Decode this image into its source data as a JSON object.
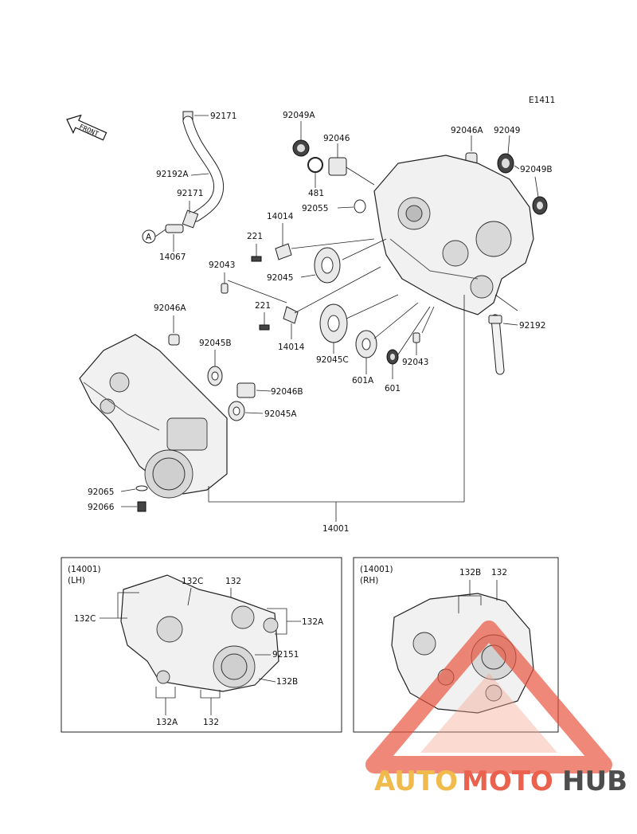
{
  "diagram_code": "E1411",
  "front_label": "FRONT",
  "circle_ref": "A",
  "callouts": {
    "p92171_top": "92171",
    "p92192A": "92192A",
    "p92171_mid": "92171",
    "p14067": "14067",
    "p92049A": "92049A",
    "p92046": "92046",
    "p481": "481",
    "p92055": "92055",
    "p92046A_top": "92046A",
    "p92049": "92049",
    "p92049B": "92049B",
    "p14014_top": "14014",
    "p221_top": "221",
    "p92043_left": "92043",
    "p92045": "92045",
    "p221_bot": "221",
    "p14014_bot": "14014",
    "p92046A_left": "92046A",
    "p92045B": "92045B",
    "p92045C": "92045C",
    "p601A": "601A",
    "p601": "601",
    "p92043_right": "92043",
    "p92192": "92192",
    "p92046B": "92046B",
    "p92045A": "92045A",
    "p92065": "92065",
    "p92066": "92066",
    "p14001": "14001"
  },
  "inset_lh": {
    "header": "(14001)",
    "side": "(LH)",
    "labels": {
      "l132C_top": "132C",
      "l132_top": "132",
      "l132C_left": "132C",
      "l132A_right": "132A",
      "l92151": "92151",
      "l132B": "132B",
      "l132A_bot": "132A",
      "l132_bot": "132"
    }
  },
  "inset_rh": {
    "header": "(14001)",
    "side": "(RH)",
    "labels": {
      "r132B": "132B",
      "r132": "132"
    }
  },
  "watermark": {
    "part1": "AUTO",
    "part2": "MOTO",
    "part3": "HUB",
    "color1": "#f0b33a",
    "color2": "#e8503a",
    "color3": "#3a3a3a"
  }
}
